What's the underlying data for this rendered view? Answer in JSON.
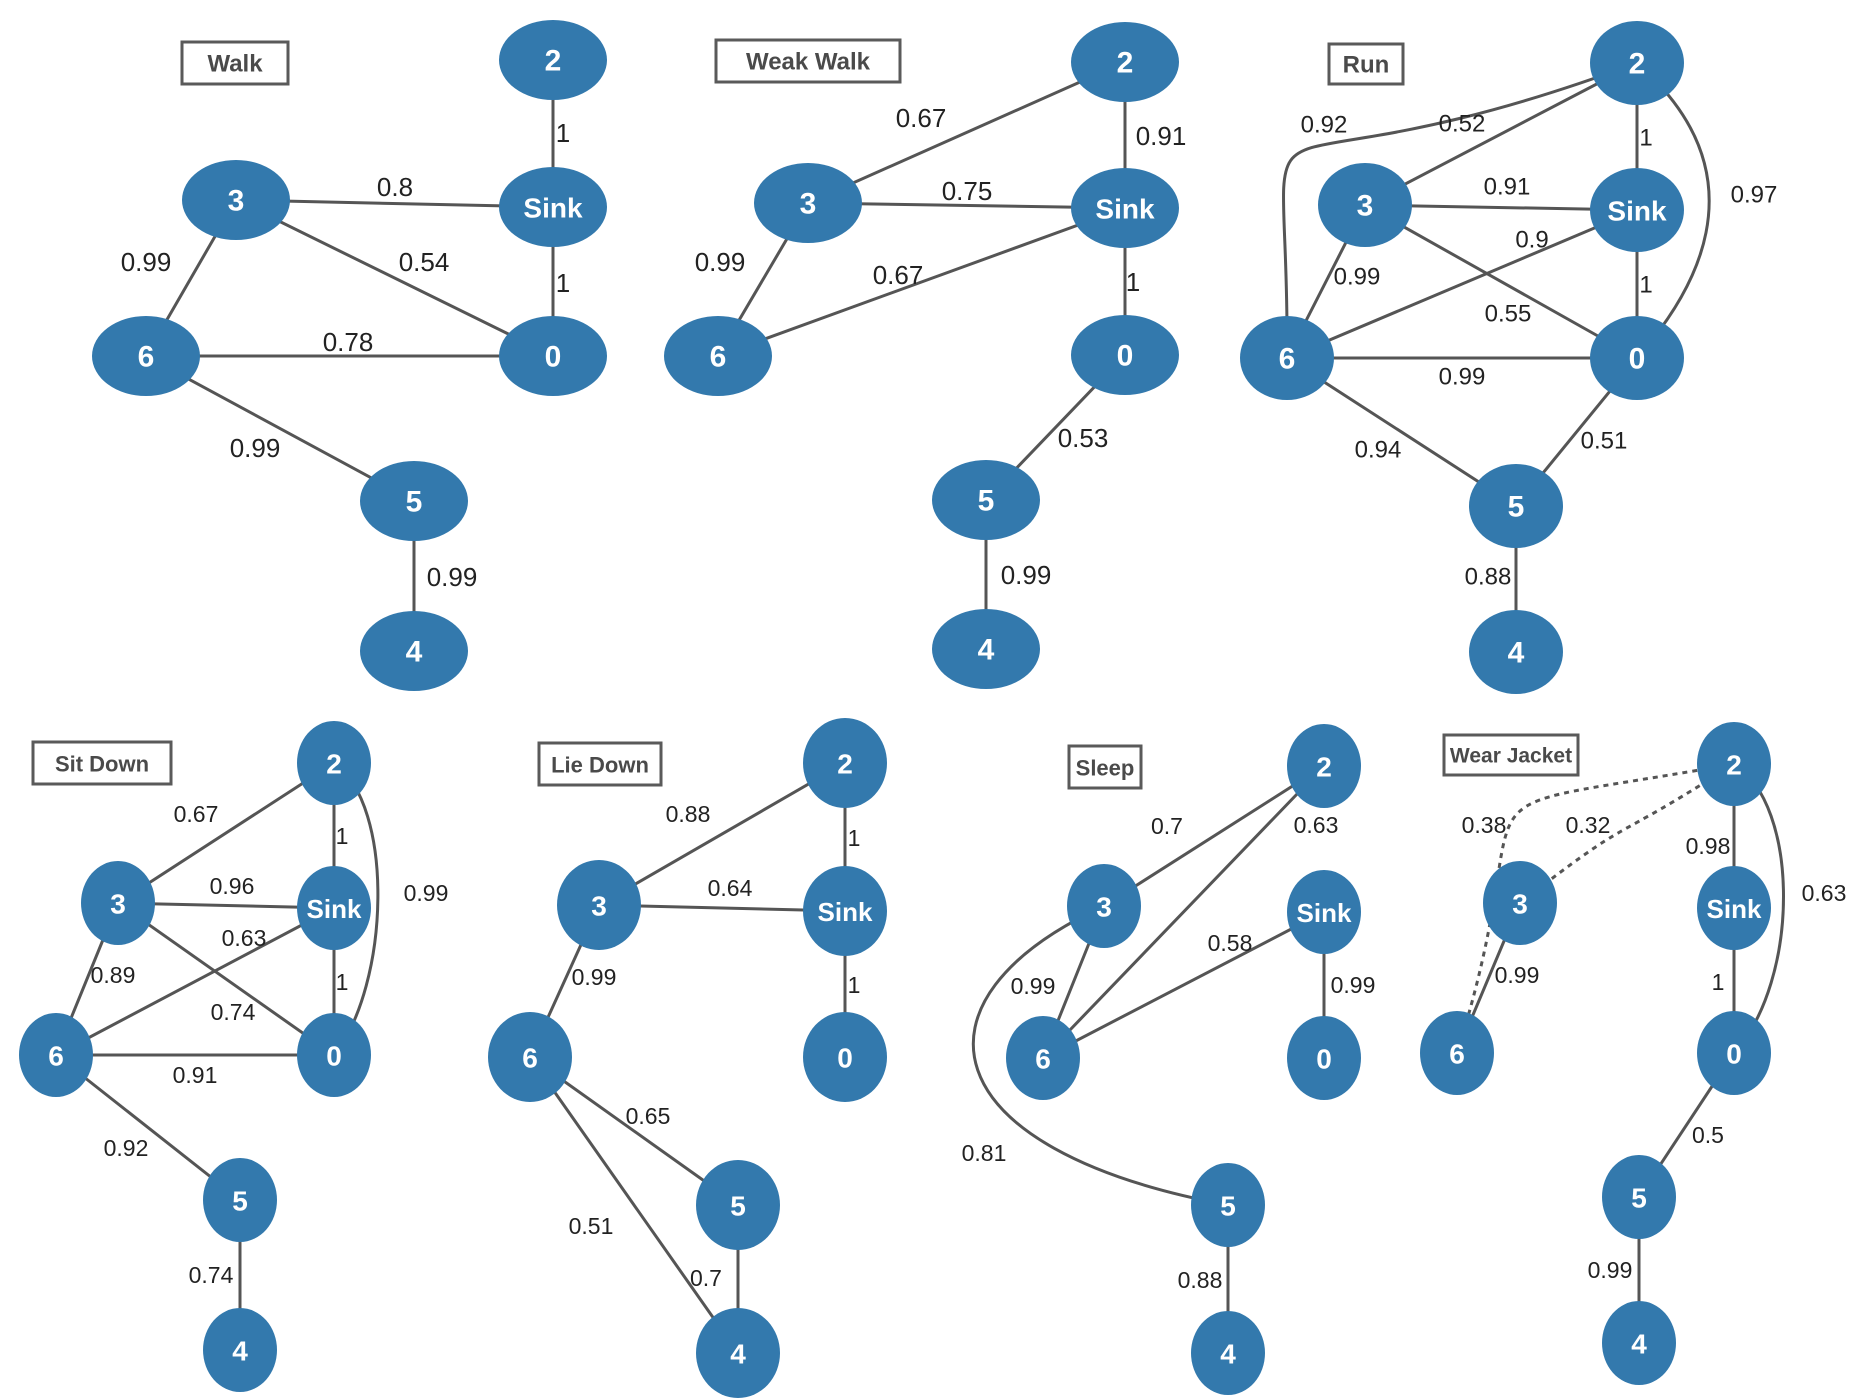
{
  "panels": [
    {
      "title": "Walk",
      "edges": [
        {
          "from": "2",
          "to": "Sink",
          "weight": "1"
        },
        {
          "from": "3",
          "to": "Sink",
          "weight": "0.8"
        },
        {
          "from": "3",
          "to": "0",
          "weight": "0.54"
        },
        {
          "from": "Sink",
          "to": "0",
          "weight": "1"
        },
        {
          "from": "3",
          "to": "6",
          "weight": "0.99"
        },
        {
          "from": "6",
          "to": "0",
          "weight": "0.78"
        },
        {
          "from": "6",
          "to": "5",
          "weight": "0.99"
        },
        {
          "from": "5",
          "to": "4",
          "weight": "0.99"
        }
      ]
    },
    {
      "title": "Weak Walk",
      "edges": [
        {
          "from": "3",
          "to": "2",
          "weight": "0.67"
        },
        {
          "from": "2",
          "to": "Sink",
          "weight": "0.91"
        },
        {
          "from": "3",
          "to": "Sink",
          "weight": "0.75"
        },
        {
          "from": "3",
          "to": "6",
          "weight": "0.99"
        },
        {
          "from": "6",
          "to": "Sink",
          "weight": "0.67"
        },
        {
          "from": "Sink",
          "to": "0",
          "weight": "1"
        },
        {
          "from": "0",
          "to": "5",
          "weight": "0.53"
        },
        {
          "from": "5",
          "to": "4",
          "weight": "0.99"
        }
      ]
    },
    {
      "title": "Run",
      "edges": [
        {
          "from": "6",
          "to": "2",
          "weight": "0.92"
        },
        {
          "from": "3",
          "to": "2",
          "weight": "0.52"
        },
        {
          "from": "2",
          "to": "Sink",
          "weight": "1"
        },
        {
          "from": "2",
          "to": "0",
          "weight": "0.97"
        },
        {
          "from": "3",
          "to": "Sink",
          "weight": "0.91"
        },
        {
          "from": "6",
          "to": "Sink",
          "weight": "0.9"
        },
        {
          "from": "3",
          "to": "6",
          "weight": "0.99"
        },
        {
          "from": "3",
          "to": "0",
          "weight": "0.55"
        },
        {
          "from": "Sink",
          "to": "0",
          "weight": "1"
        },
        {
          "from": "6",
          "to": "0",
          "weight": "0.99"
        },
        {
          "from": "6",
          "to": "5",
          "weight": "0.94"
        },
        {
          "from": "0",
          "to": "5",
          "weight": "0.51"
        },
        {
          "from": "5",
          "to": "4",
          "weight": "0.88"
        }
      ]
    },
    {
      "title": "Sit Down",
      "edges": [
        {
          "from": "3",
          "to": "2",
          "weight": "0.67"
        },
        {
          "from": "2",
          "to": "Sink",
          "weight": "1"
        },
        {
          "from": "2",
          "to": "0",
          "weight": "0.99"
        },
        {
          "from": "3",
          "to": "Sink",
          "weight": "0.96"
        },
        {
          "from": "6",
          "to": "Sink",
          "weight": "0.63"
        },
        {
          "from": "3",
          "to": "6",
          "weight": "0.89"
        },
        {
          "from": "3",
          "to": "0",
          "weight": "0.74"
        },
        {
          "from": "Sink",
          "to": "0",
          "weight": "1"
        },
        {
          "from": "6",
          "to": "0",
          "weight": "0.91"
        },
        {
          "from": "6",
          "to": "5",
          "weight": "0.92"
        },
        {
          "from": "5",
          "to": "4",
          "weight": "0.74"
        }
      ]
    },
    {
      "title": "Lie Down",
      "edges": [
        {
          "from": "3",
          "to": "2",
          "weight": "0.88"
        },
        {
          "from": "2",
          "to": "Sink",
          "weight": "1"
        },
        {
          "from": "3",
          "to": "Sink",
          "weight": "0.64"
        },
        {
          "from": "Sink",
          "to": "0",
          "weight": "1"
        },
        {
          "from": "3",
          "to": "6",
          "weight": "0.99"
        },
        {
          "from": "6",
          "to": "5",
          "weight": "0.65"
        },
        {
          "from": "6",
          "to": "4",
          "weight": "0.51"
        },
        {
          "from": "5",
          "to": "4",
          "weight": "0.7"
        }
      ]
    },
    {
      "title": "Sleep",
      "edges": [
        {
          "from": "3",
          "to": "2",
          "weight": "0.7"
        },
        {
          "from": "6",
          "to": "2",
          "weight": "0.63"
        },
        {
          "from": "6",
          "to": "Sink",
          "weight": "0.58"
        },
        {
          "from": "Sink",
          "to": "0",
          "weight": "0.99"
        },
        {
          "from": "3",
          "to": "6",
          "weight": "0.99"
        },
        {
          "from": "3",
          "to": "5",
          "weight": "0.81"
        },
        {
          "from": "5",
          "to": "4",
          "weight": "0.88"
        }
      ]
    },
    {
      "title": "Wear Jacket",
      "edges": [
        {
          "from": "6",
          "to": "2",
          "weight": "0.38",
          "style": "dashed"
        },
        {
          "from": "3",
          "to": "2",
          "weight": "0.32",
          "style": "dashed"
        },
        {
          "from": "2",
          "to": "Sink",
          "weight": "0.98"
        },
        {
          "from": "2",
          "to": "0",
          "weight": "0.63"
        },
        {
          "from": "3",
          "to": "6",
          "weight": "0.99"
        },
        {
          "from": "Sink",
          "to": "0",
          "weight": "1"
        },
        {
          "from": "0",
          "to": "5",
          "weight": "0.5"
        },
        {
          "from": "5",
          "to": "4",
          "weight": "0.99"
        }
      ]
    }
  ],
  "colors": {
    "node": "#3379ad",
    "edge": "#555555"
  }
}
